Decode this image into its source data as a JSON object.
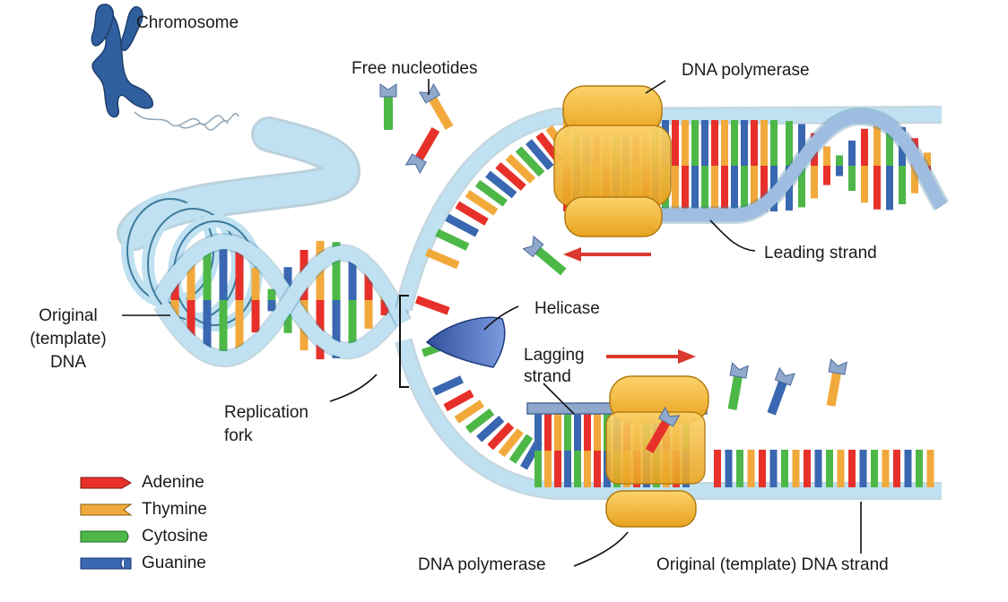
{
  "labels": {
    "chromosome": "Chromosome",
    "free_nucleotides": "Free nucleotides",
    "dna_polymerase_top": "DNA polymerase",
    "leading_strand": "Leading strand",
    "helicase": "Helicase",
    "lagging_strand_1": "Lagging",
    "lagging_strand_2": "strand",
    "original_dna_1": "Original",
    "original_dna_2": "(template)",
    "original_dna_3": "DNA",
    "replication_fork_1": "Replication",
    "replication_fork_2": "fork",
    "dna_polymerase_bottom": "DNA polymerase",
    "template_strand": "Original (template) DNA strand"
  },
  "legend": [
    {
      "name": "Adenine",
      "color": "#e8302a"
    },
    {
      "name": "Thymine",
      "color": "#f2a93b"
    },
    {
      "name": "Cytosine",
      "color": "#4db848"
    },
    {
      "name": "Guanine",
      "color": "#3a67b1"
    }
  ],
  "colors": {
    "backbone": "#bfe1f1",
    "backbone_stroke": "#3d7a9c",
    "polymerase": "#f5b733",
    "helicase": "#3f66b8",
    "arrow": "#d9392e",
    "chromosome": "#2f5f9e"
  }
}
